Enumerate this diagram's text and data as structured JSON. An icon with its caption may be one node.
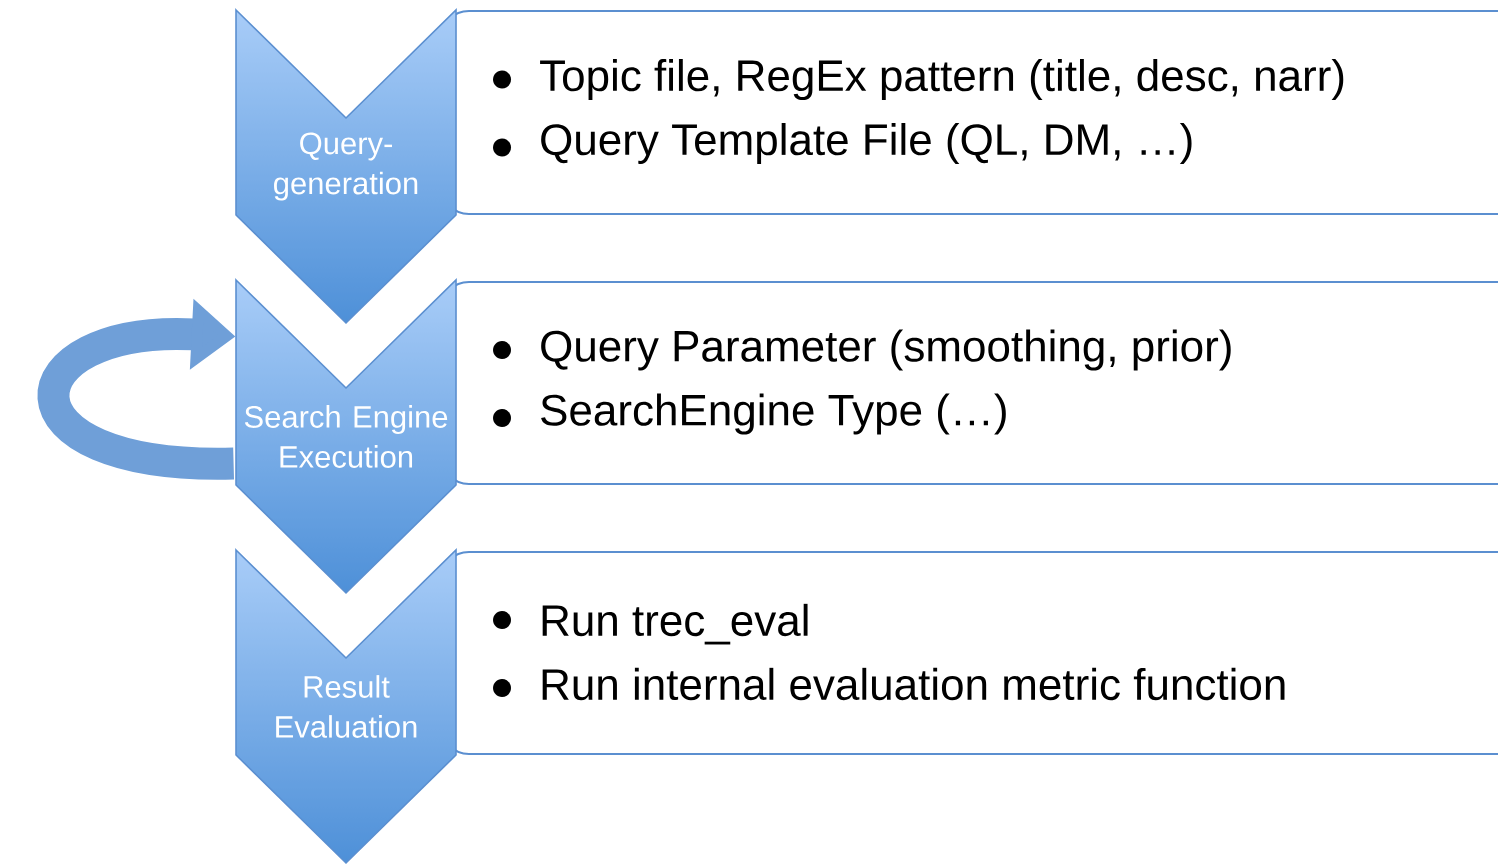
{
  "diagram": {
    "nodes": [
      {
        "text": [
          "Query-generation"
        ]
      },
      {
        "text": [
          "Search Engine Execution"
        ]
      },
      {
        "text": [
          "Result Evaluation"
        ]
      },
      {
        "text": [
          "Topic file, RegEx pattern (title, desc, narr)",
          "Query Template File (QL, DM, …)"
        ]
      },
      {
        "text": [
          "Query Parameter (smoothing, prior)",
          "SearchEngine Type (…)"
        ]
      },
      {
        "text": [
          "Run trec_eval",
          "Run internal evaluation metric function"
        ]
      }
    ],
    "edges": [
      {
        "from": 1,
        "to": 1,
        "arrow": "to"
      }
    ]
  }
}
